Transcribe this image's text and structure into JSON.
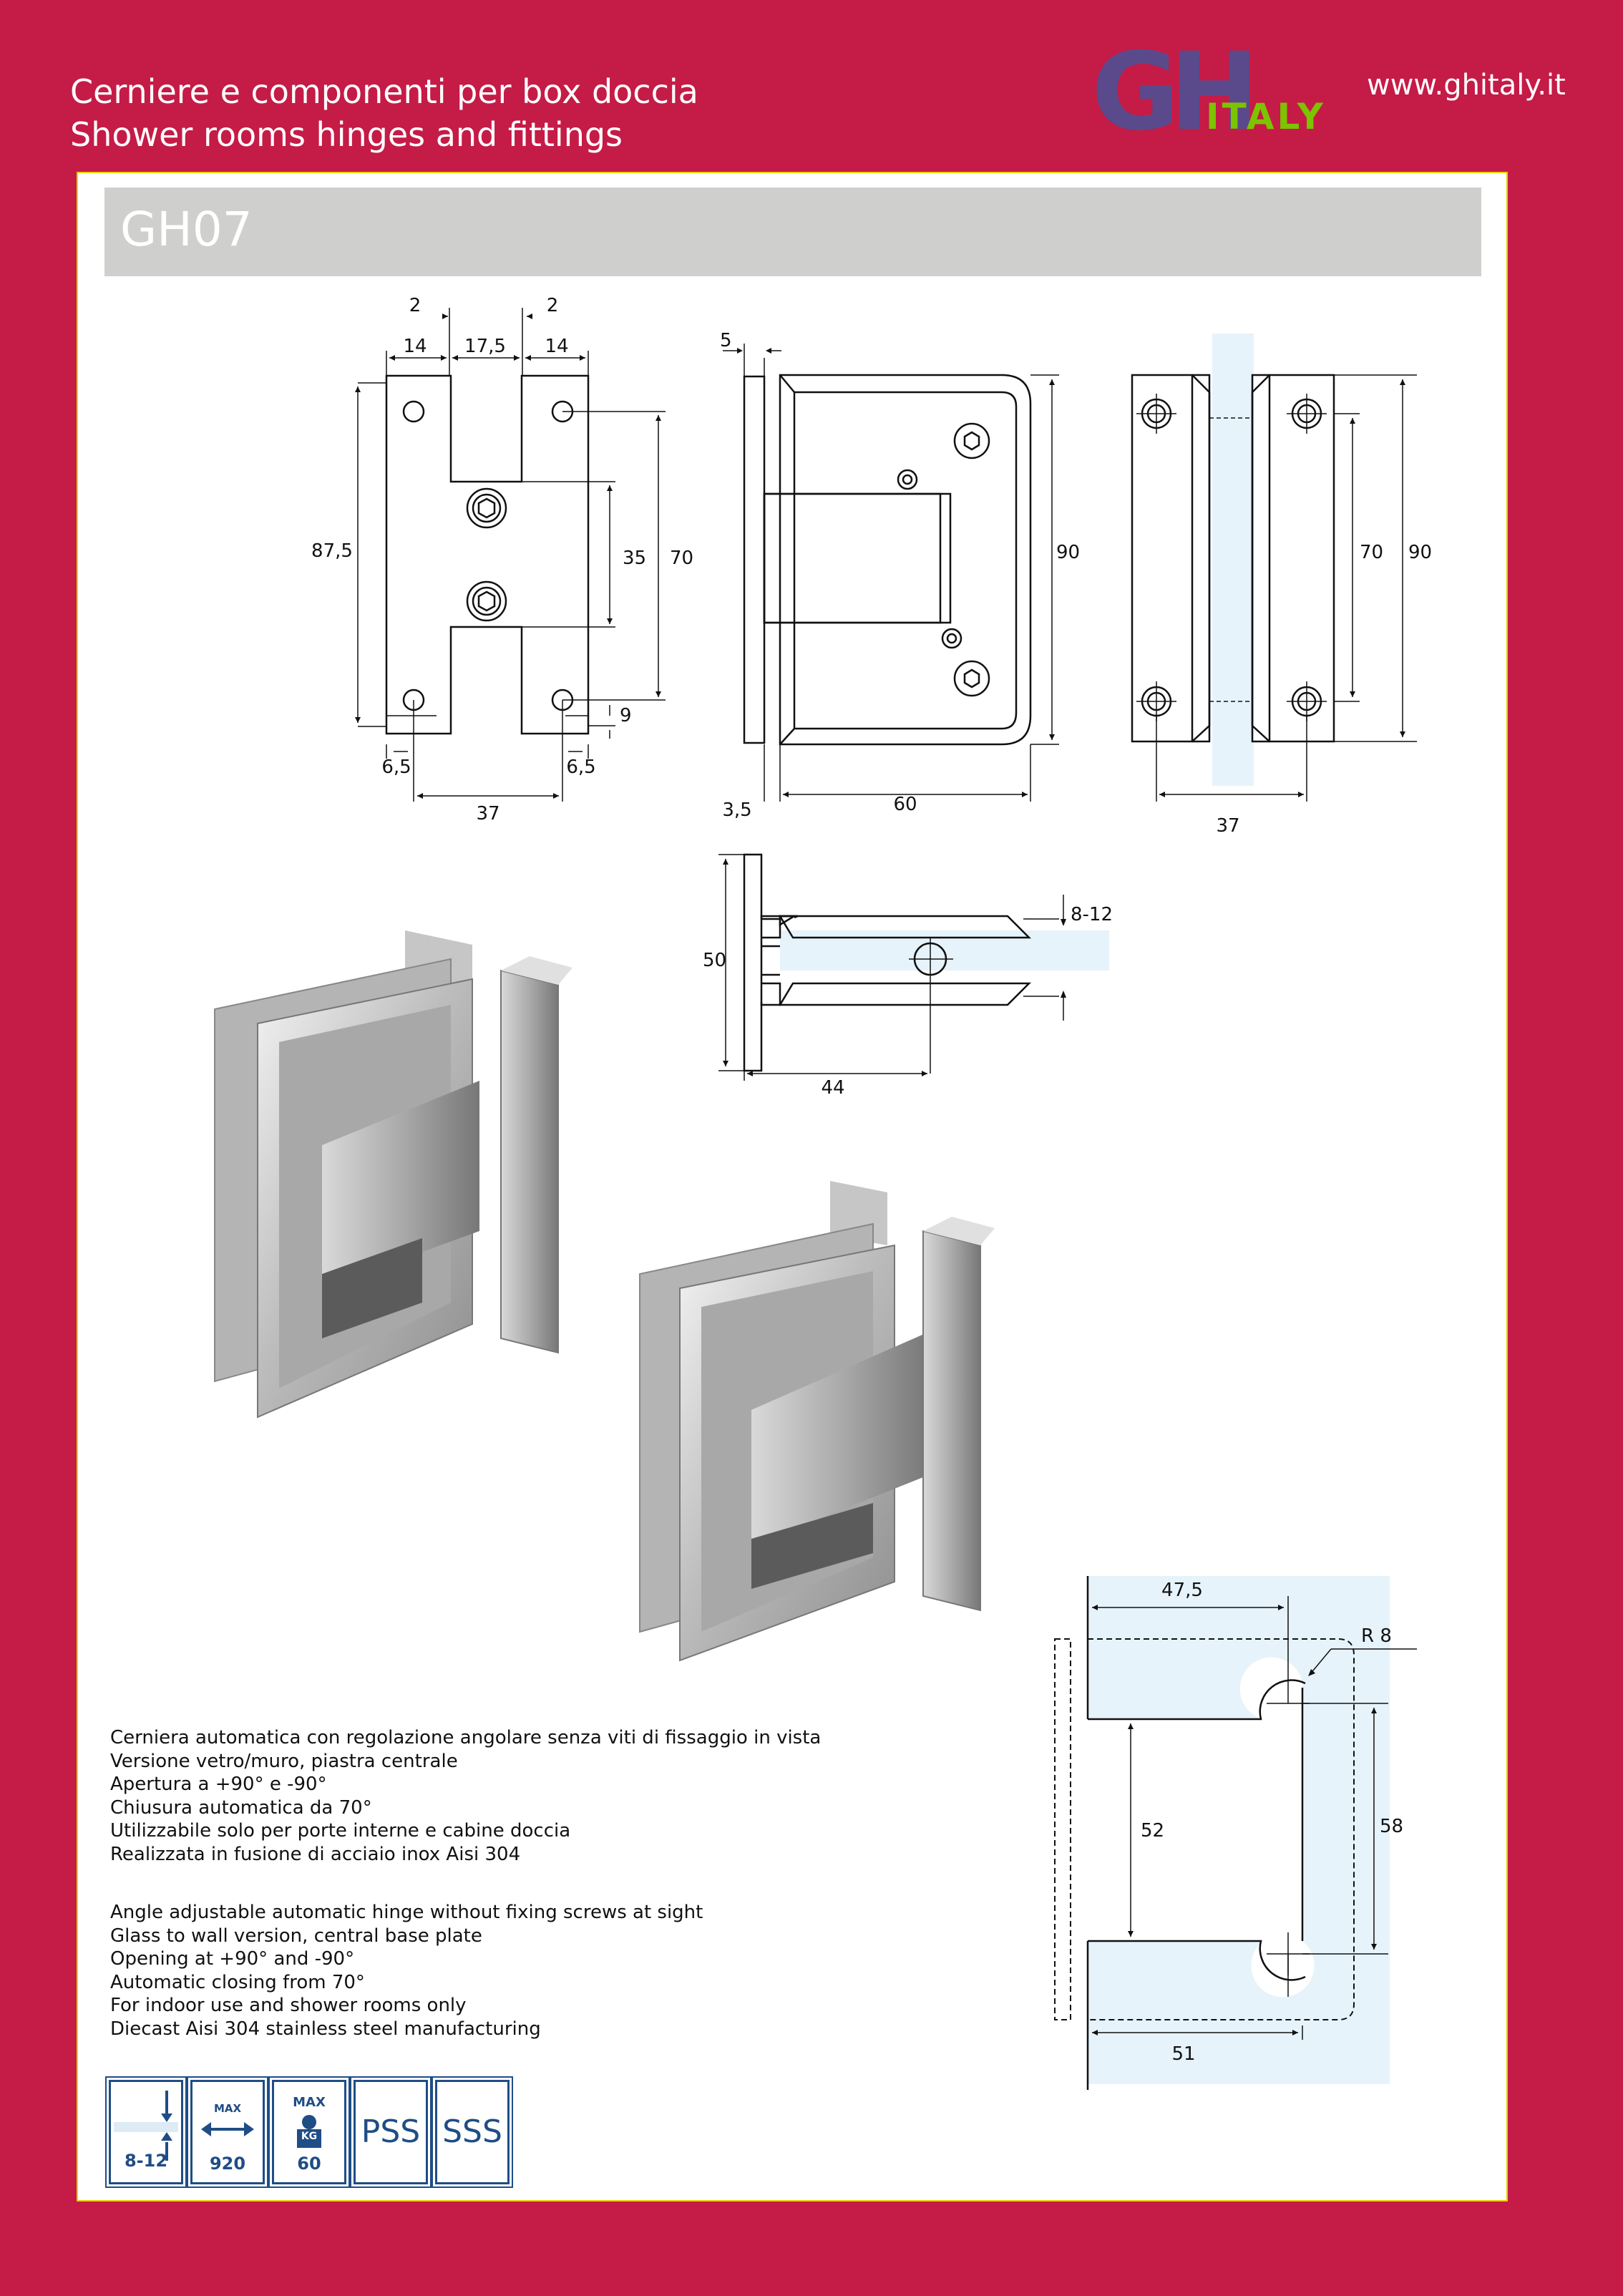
{
  "header": {
    "line1": "Cerniere e componenti per box doccia",
    "line2": "Shower rooms hinges and fittings",
    "logo_text_main": "GH",
    "logo_text_sub": "ITALY",
    "url": "www.ghitaly.it"
  },
  "product": {
    "code": "GH07"
  },
  "drawings": {
    "front": {
      "d2a": "2",
      "d2b": "2",
      "d14a": "14",
      "d175": "17,5",
      "d14b": "14",
      "d875": "87,5",
      "d35": "35",
      "d70": "70",
      "d9": "9",
      "d65a": "6,5",
      "d65b": "6,5",
      "d37": "37"
    },
    "side": {
      "d5": "5",
      "d90": "90",
      "d35": "3,5",
      "d60": "60"
    },
    "back": {
      "d70": "70",
      "d90": "90",
      "d37": "37"
    },
    "top": {
      "d812": "8-12",
      "d50": "50",
      "d44": "44"
    },
    "cutout": {
      "d475": "47,5",
      "r8": "R 8",
      "d52": "52",
      "d58": "58",
      "d51": "51"
    }
  },
  "description_it": [
    "Cerniera automatica con regolazione angolare senza viti di fissaggio in vista",
    "Versione vetro/muro, piastra centrale",
    "Apertura a +90° e -90°",
    "Chiusura automatica da 70°",
    "Utilizzabile solo per porte interne e cabine doccia",
    "Realizzata in fusione di acciaio inox Aisi 304"
  ],
  "description_en": [
    "Angle adjustable automatic hinge without fixing screws at sight",
    "Glass to wall version, central base plate",
    "Opening at +90° and -90°",
    "Automatic closing from 70°",
    "For indoor use and shower rooms only",
    "Diecast Aisi 304 stainless steel manufacturing"
  ],
  "badges": [
    {
      "icon": "glass-thickness-icon",
      "label": "8-12"
    },
    {
      "icon": "max-width-icon",
      "top": "MAX",
      "label": "920"
    },
    {
      "icon": "max-weight-icon",
      "top": "MAX",
      "mid": "KG",
      "label": "60"
    },
    {
      "icon": "finish-icon",
      "label": "PSS"
    },
    {
      "icon": "finish-icon",
      "label": "SSS"
    }
  ],
  "colors": {
    "background": "#c51b47",
    "sheet_border": "#e9d000",
    "title_bar": "#cfcfcd",
    "badge_blue": "#1f4d86",
    "glass": "#e6f3fb"
  }
}
